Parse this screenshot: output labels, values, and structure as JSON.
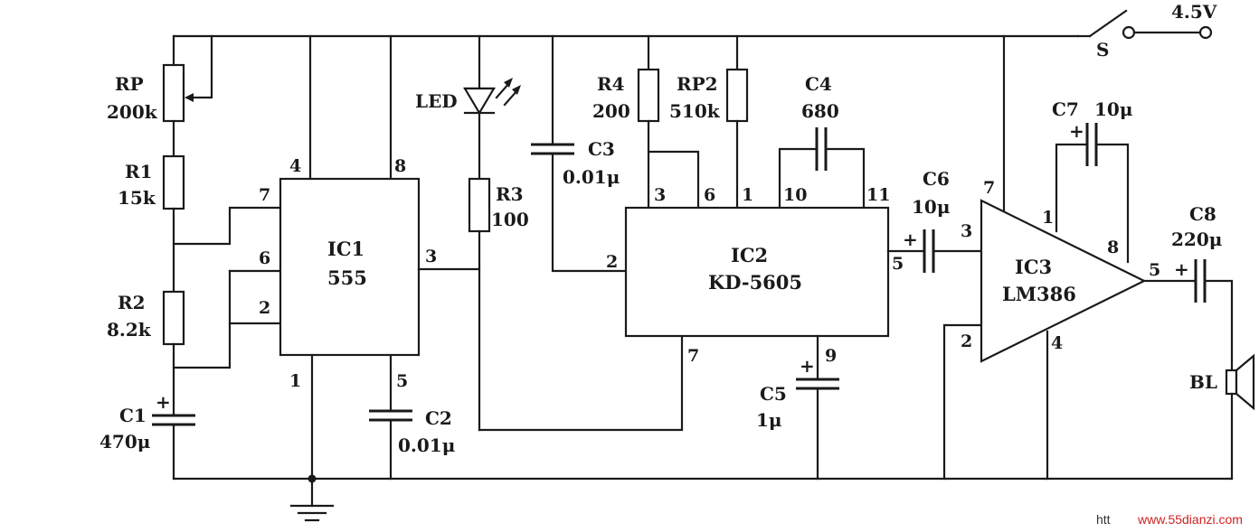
{
  "supply": {
    "voltage": "4.5V",
    "switch": "S"
  },
  "components": {
    "RP": {
      "name": "RP",
      "value": "200k"
    },
    "R1": {
      "name": "R1",
      "value": "15k"
    },
    "R2": {
      "name": "R2",
      "value": "8.2k"
    },
    "C1": {
      "name": "C1",
      "value": "470μ"
    },
    "C2": {
      "name": "C2",
      "value": "0.01μ"
    },
    "LED": {
      "name": "LED"
    },
    "R3": {
      "name": "R3",
      "value": "100"
    },
    "C3": {
      "name": "C3",
      "value": "0.01μ"
    },
    "R4": {
      "name": "R4",
      "value": "200"
    },
    "RP2": {
      "name": "RP2",
      "value": "510k"
    },
    "C4": {
      "name": "C4",
      "value": "680"
    },
    "C5": {
      "name": "C5",
      "value": "1μ"
    },
    "C6": {
      "name": "C6",
      "value": "10μ"
    },
    "C7": {
      "name": "C7",
      "value": "10μ"
    },
    "C8": {
      "name": "C8",
      "value": "220μ"
    },
    "BL": {
      "name": "BL"
    }
  },
  "ics": {
    "IC1": {
      "name": "IC1",
      "part": "555",
      "pins": [
        "4",
        "8",
        "7",
        "6",
        "2",
        "3",
        "1",
        "5"
      ]
    },
    "IC2": {
      "name": "IC2",
      "part": "KD-5605",
      "pins": [
        "3",
        "6",
        "1",
        "10",
        "11",
        "2",
        "5",
        "7",
        "9"
      ]
    },
    "IC3": {
      "name": "IC3",
      "part": "LM386",
      "pins": [
        "7",
        "1",
        "8",
        "3",
        "2",
        "4",
        "5"
      ]
    }
  },
  "polarity": "+",
  "watermark": {
    "left": "htt",
    "right": "www.55dianzi.com"
  }
}
